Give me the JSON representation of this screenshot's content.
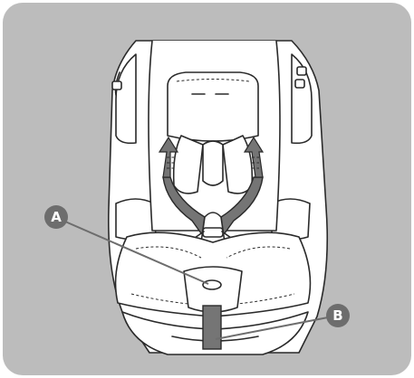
{
  "figure": {
    "background_color": "#bcbcbc",
    "strap_color": "#757575",
    "callout_color": "#6d6d6d",
    "callouts": [
      {
        "id": "a",
        "label": "A",
        "target": "harness-adjuster-button"
      },
      {
        "id": "b",
        "label": "B",
        "target": "harness-adjuster-strap"
      }
    ]
  }
}
